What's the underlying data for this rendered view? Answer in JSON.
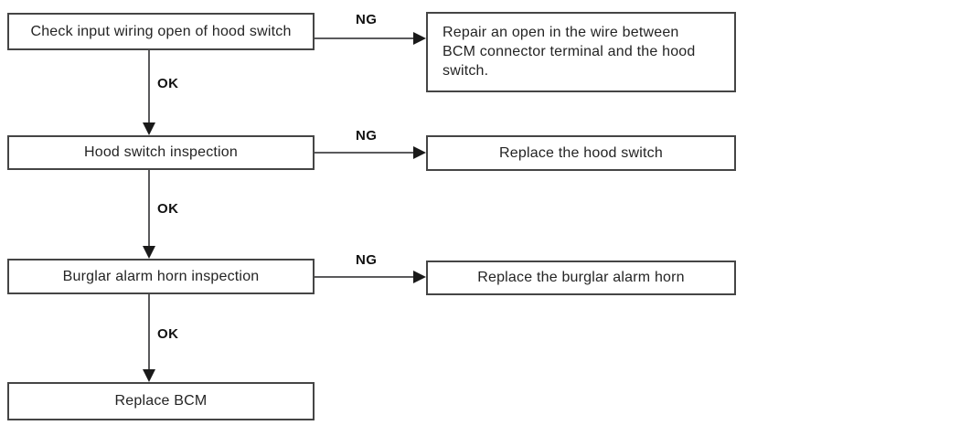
{
  "diagram": {
    "type": "flowchart",
    "colors": {
      "box_border": "#454545",
      "connector": "#5a5a5c",
      "arrowhead": "#1a1a1a",
      "text": "#242424",
      "label": "#111111",
      "background": "#ffffff"
    },
    "edge_labels": {
      "ok": "OK",
      "ng": "NG"
    },
    "steps": [
      {
        "label": "Check input wiring open of hood switch",
        "ng_action_lines": [
          "Repair an open in the wire between",
          "BCM connector terminal and the hood",
          "switch."
        ]
      },
      {
        "label": "Hood switch inspection",
        "ng_action": "Replace the hood switch"
      },
      {
        "label": "Burglar alarm horn inspection",
        "ng_action": "Replace the burglar alarm horn"
      },
      {
        "label": "Replace BCM"
      }
    ]
  }
}
